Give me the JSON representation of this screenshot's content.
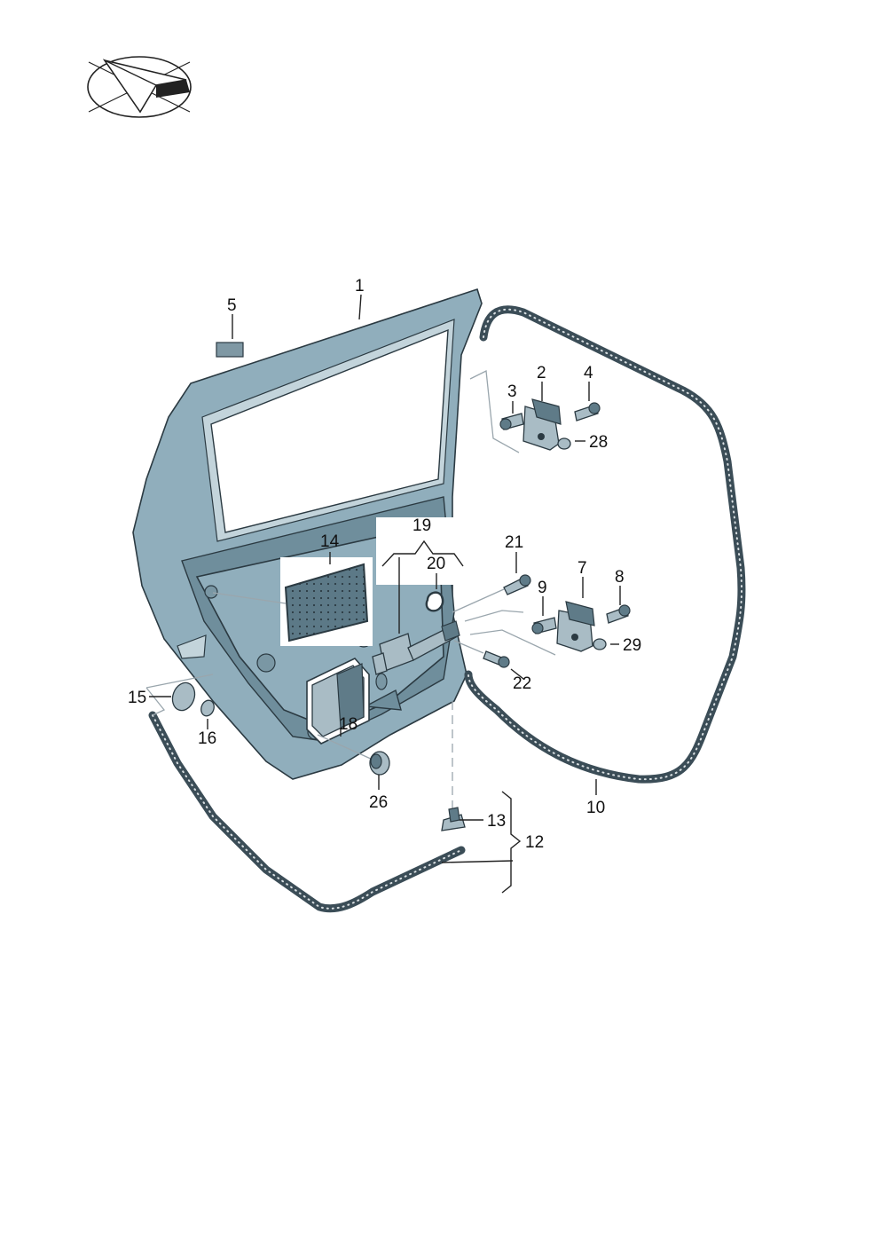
{
  "logo": {
    "icon": "brand-logo-icon"
  },
  "parts": {
    "p1": "1",
    "p2": "2",
    "p3": "3",
    "p4": "4",
    "p5": "5",
    "p7": "7",
    "p8": "8",
    "p9": "9",
    "p10": "10",
    "p12": "12",
    "p13": "13",
    "p14": "14",
    "p15": "15",
    "p16": "16",
    "p18": "18",
    "p19": "19",
    "p20": "20",
    "p21": "21",
    "p22": "22",
    "p26": "26",
    "p28": "28",
    "p29": "29"
  },
  "colors": {
    "metal": "#90aebc",
    "seal": "#3b4d57",
    "outline": "#2b3a42"
  }
}
